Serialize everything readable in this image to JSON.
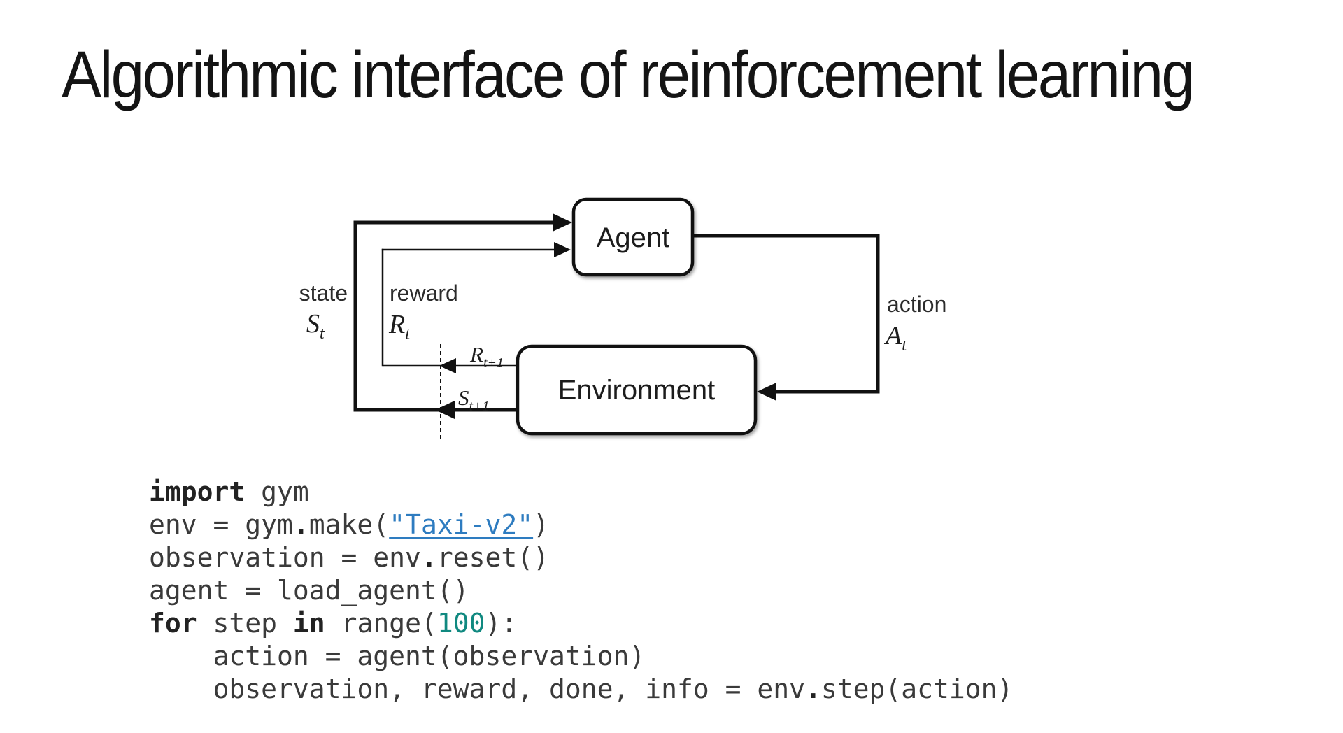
{
  "slide": {
    "title": "Algorithmic interface of reinforcement learning",
    "background_color": "#ffffff",
    "line_color": "#111111"
  },
  "diagram": {
    "agent_label": "Agent",
    "environment_label": "Environment",
    "state_label": "state",
    "state_symbol": "S",
    "state_sub": "t",
    "reward_label": "reward",
    "reward_symbol": "R",
    "reward_sub": "t",
    "action_label": "action",
    "action_symbol": "A",
    "action_sub": "t",
    "reward_next_symbol": "R",
    "reward_next_sub": "t+1",
    "state_next_symbol": "S",
    "state_next_sub": "t+1"
  },
  "code": {
    "colors": {
      "plain": "#3a3a3a",
      "keyword": "#222222",
      "number": "#108980",
      "link": "#2e7cc0"
    },
    "lines": [
      [
        {
          "c": "kw",
          "t": "import"
        },
        {
          "c": "pl",
          "t": " gym"
        }
      ],
      [
        {
          "c": "pl",
          "t": "env = gym"
        },
        {
          "c": "dot",
          "t": "."
        },
        {
          "c": "pl",
          "t": "make("
        },
        {
          "c": "lnk",
          "t": "\"Taxi-v2\""
        },
        {
          "c": "pl",
          "t": ")"
        }
      ],
      [
        {
          "c": "pl",
          "t": "observation = env"
        },
        {
          "c": "dot",
          "t": "."
        },
        {
          "c": "pl",
          "t": "reset()"
        }
      ],
      [
        {
          "c": "pl",
          "t": "agent = load_agent()"
        }
      ],
      [
        {
          "c": "kw",
          "t": "for"
        },
        {
          "c": "pl",
          "t": " step "
        },
        {
          "c": "kw",
          "t": "in"
        },
        {
          "c": "pl",
          "t": " range("
        },
        {
          "c": "num",
          "t": "100"
        },
        {
          "c": "pl",
          "t": "):"
        }
      ],
      [
        {
          "c": "pl",
          "t": "    action = agent(observation)"
        }
      ],
      [
        {
          "c": "pl",
          "t": "    observation, reward, done, info = env"
        },
        {
          "c": "dot",
          "t": "."
        },
        {
          "c": "pl",
          "t": "step(action)"
        }
      ]
    ]
  }
}
